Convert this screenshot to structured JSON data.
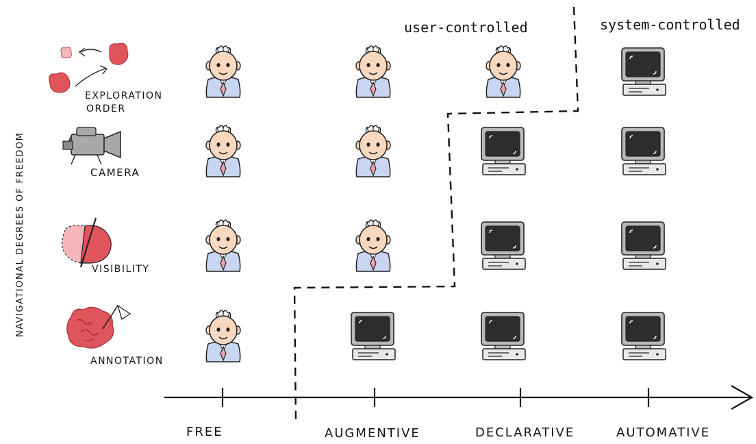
{
  "y_axis_label": "NAVIGATIONAL DEGREES OF FREEDOM",
  "region_labels": {
    "user": "user-controlled",
    "system": "system-controlled"
  },
  "rows": [
    {
      "label_line1": "EXPLORATION",
      "label_line2": "ORDER",
      "icon": "exploration-order-icon"
    },
    {
      "label_line1": "CAMERA",
      "label_line2": "",
      "icon": "camera-icon"
    },
    {
      "label_line1": "VISIBILITY",
      "label_line2": "",
      "icon": "visibility-icon"
    },
    {
      "label_line1": "ANNOTATION",
      "label_line2": "",
      "icon": "annotation-icon"
    }
  ],
  "columns": [
    "FREE",
    "AUGMENTIVE",
    "DECLARATIVE",
    "AUTOMATIVE"
  ],
  "grid": [
    [
      "user",
      "user",
      "user",
      "system"
    ],
    [
      "user",
      "user",
      "system",
      "system"
    ],
    [
      "user",
      "user",
      "system",
      "system"
    ],
    [
      "user",
      "system",
      "system",
      "system"
    ]
  ],
  "colors": {
    "accent_red": "#e0545c",
    "light_red": "#f4b6bb",
    "skin": "#f8d9c0",
    "shirt": "#c9d6f2",
    "tie": "#f2a0ac",
    "monitor": "#b9b9b9",
    "screen": "#2d2d2d"
  }
}
